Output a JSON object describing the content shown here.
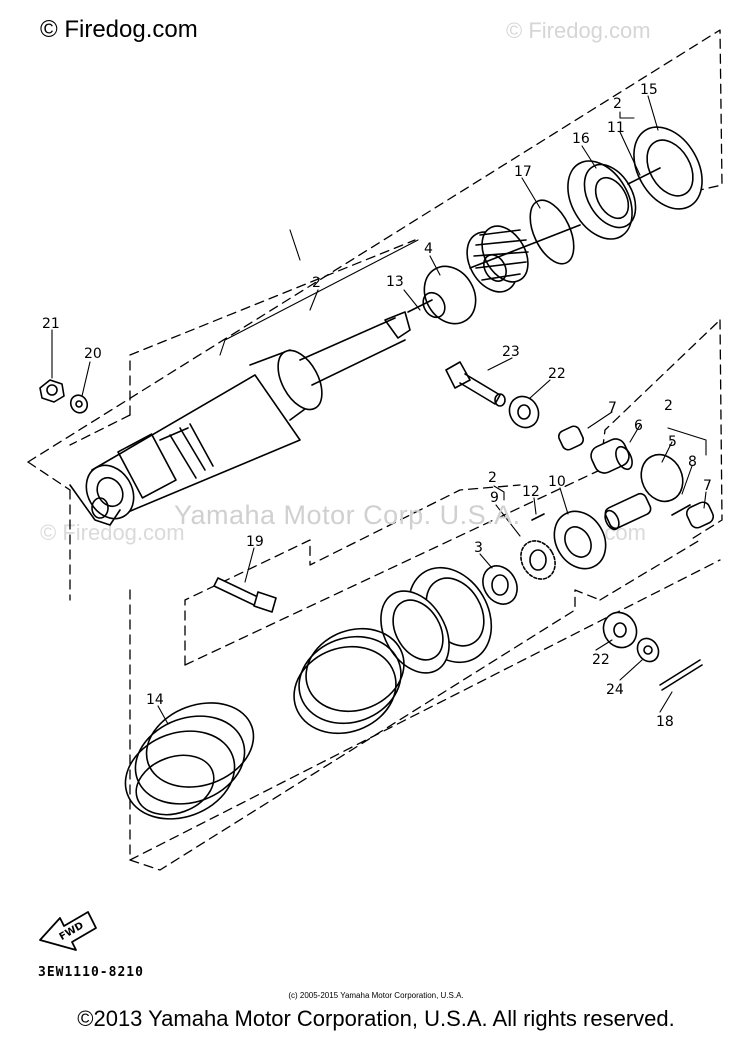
{
  "watermarks": {
    "top_left": "© Firedog.com",
    "top_right": "© Firedog.com",
    "middle": "Yamaha Motor Corp. U.S.A.",
    "middle_left": "© Firedog.com",
    "middle_right": "g.com"
  },
  "part_code": "3EW1110-8210",
  "fwd_label": "FWD",
  "small_copyright": "(c) 2005-2015 Yamaha Motor Corporation, U.S.A.",
  "copyright": "©2013 Yamaha Motor Corporation, U.S.A. All rights reserved.",
  "callouts": {
    "c2_top": "2",
    "c11": "11",
    "c15": "15",
    "c16": "16",
    "c17": "17",
    "c4": "4",
    "c2_body": "2",
    "c13": "13",
    "c21": "21",
    "c20": "20",
    "c23": "23",
    "c22_top": "22",
    "c7_top": "7",
    "c2_right": "2",
    "c6": "6",
    "c5": "5",
    "c8": "8",
    "c7_right": "7",
    "c2_mid": "2",
    "c9": "9",
    "c12": "12",
    "c10": "10",
    "c3": "3",
    "c19": "19",
    "c14": "14",
    "c22_bottom": "22",
    "c24": "24",
    "c18": "18"
  }
}
